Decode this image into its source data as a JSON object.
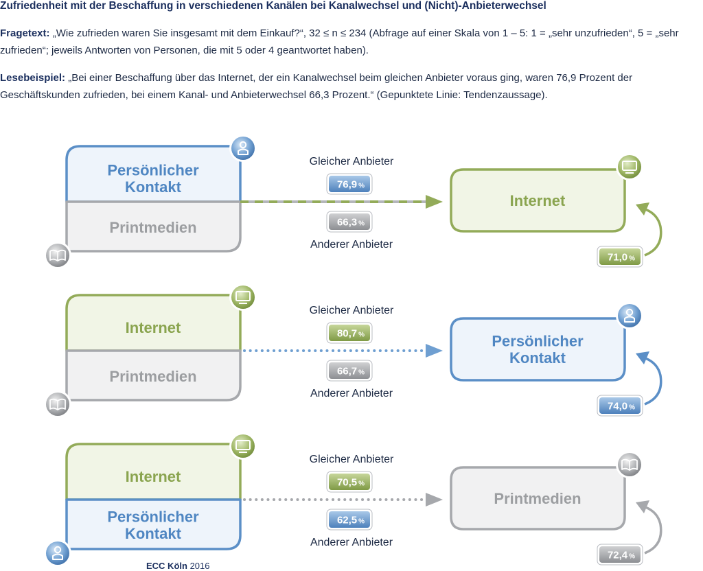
{
  "title": "Zufriedenheit mit der Beschaffung in verschiedenen Kanälen bei Kanalwechsel und (Nicht)-Anbieterwechsel",
  "question": {
    "label": "Fragetext:",
    "text": "„Wie zufrieden waren Sie insgesamt mit dem Einkauf?“, 32 ≤ n ≤ 234 (Abfrage auf einer Skala von 1 – 5: 1 = „sehr unzufrieden“, 5 = „sehr zufrieden“; jeweils Antworten von Personen, die mit 5 oder 4 geantwortet haben)."
  },
  "reading": {
    "label": "Lesebeispiel:",
    "text": "„Bei einer Beschaffung über das Internet, der ein Kanalwechsel beim gleichen Anbieter voraus ging, waren 76,9 Prozent der Geschäftskunden zufrieden, bei einem Kanal- und Anbieterwechsel 66,3 Prozent.“ (Gepunktete Linie: Tendenzaussage)."
  },
  "labels": {
    "same": "Gleicher Anbieter",
    "other": "Anderer Anbieter",
    "percent": "%"
  },
  "colors": {
    "personal": "#5b8fc7",
    "internet": "#93ab59",
    "print": "#a6a8ac"
  },
  "rows": [
    {
      "from_top": {
        "label": "Persönlicher Kontakt",
        "lines": [
          "Persönlicher",
          "Kontakt"
        ],
        "kind": "personal",
        "icon": "person-icon"
      },
      "from_bottom": {
        "label": "Printmedien",
        "lines": [
          "Printmedien"
        ],
        "kind": "print",
        "icon": "book-icon"
      },
      "to": {
        "label": "Internet",
        "lines": [
          "Internet"
        ],
        "kind": "internet",
        "icon": "monitor-icon"
      },
      "same_provider": "76,9",
      "other_provider": "66,3",
      "retention": "71,0",
      "line_style": "dashed"
    },
    {
      "from_top": {
        "label": "Internet",
        "lines": [
          "Internet"
        ],
        "kind": "internet",
        "icon": "monitor-icon"
      },
      "from_bottom": {
        "label": "Printmedien",
        "lines": [
          "Printmedien"
        ],
        "kind": "print",
        "icon": "book-icon"
      },
      "to": {
        "label": "Persönlicher Kontakt",
        "lines": [
          "Persönlicher",
          "Kontakt"
        ],
        "kind": "personal",
        "icon": "person-icon"
      },
      "same_provider": "80,7",
      "other_provider": "66,7",
      "retention": "74,0",
      "line_style": "dotted"
    },
    {
      "from_top": {
        "label": "Internet",
        "lines": [
          "Internet"
        ],
        "kind": "internet",
        "icon": "monitor-icon"
      },
      "from_bottom": {
        "label": "Persönlicher Kontakt",
        "lines": [
          "Persönlicher",
          "Kontakt"
        ],
        "kind": "personal",
        "icon": "person-icon"
      },
      "to": {
        "label": "Printmedien",
        "lines": [
          "Printmedien"
        ],
        "kind": "print",
        "icon": "book-icon"
      },
      "same_provider": "70,5",
      "other_provider": "62,5",
      "retention": "72,4",
      "line_style": "dotted"
    }
  ],
  "footer": {
    "source": "ECC Köln",
    "year": "2016"
  }
}
